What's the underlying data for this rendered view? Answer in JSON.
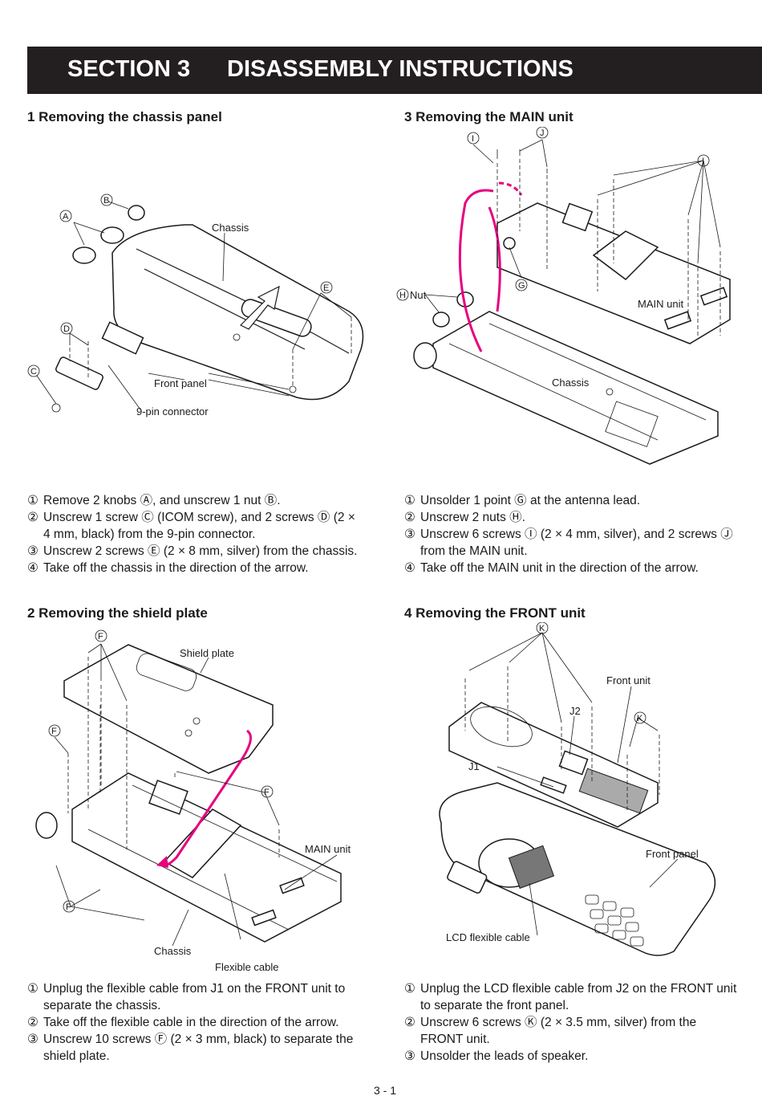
{
  "header": {
    "section": "SECTION 3",
    "title": "DISASSEMBLY INSTRUCTIONS"
  },
  "s1": {
    "heading": "1 Removing the chassis panel",
    "labels": {
      "chassis": "Chassis",
      "front_panel": "Front panel",
      "connector": "9-pin connector",
      "a": "A",
      "b": "B",
      "c": "C",
      "d": "D",
      "e": "E"
    },
    "steps": [
      {
        "n": "①",
        "text": "Remove 2 knobs Ⓐ, and unscrew 1 nut Ⓑ."
      },
      {
        "n": "②",
        "text": "Unscrew 1 screw Ⓒ (ICOM screw), and 2 screws Ⓓ (2 × 4 mm, black) from the 9-pin connector."
      },
      {
        "n": "③",
        "text": "Unscrew 2 screws Ⓔ (2 × 8 mm, silver) from the chassis."
      },
      {
        "n": "④",
        "text": "Take off the chassis in the direction of the arrow."
      }
    ]
  },
  "s3": {
    "heading": "3 Removing the MAIN unit",
    "labels": {
      "nut": "Nut",
      "main_unit": "MAIN unit",
      "chassis": "Chassis",
      "g": "G",
      "h": "H",
      "i": "I",
      "j": "J"
    },
    "steps": [
      {
        "n": "①",
        "text": "Unsolder 1 point Ⓖ at the antenna lead."
      },
      {
        "n": "②",
        "text": "Unscrew 2 nuts Ⓗ."
      },
      {
        "n": "③",
        "text": "Unscrew 6 screws Ⓘ (2 × 4 mm, silver), and 2 screws Ⓙ from the MAIN unit."
      },
      {
        "n": "④",
        "text": "Take off the MAIN unit in the direction of the arrow."
      }
    ]
  },
  "s2": {
    "heading": "2 Removing the shield plate",
    "labels": {
      "shield_plate": "Shield plate",
      "main_unit": "MAIN unit",
      "chassis": "Chassis",
      "flexible_cable": "Flexible cable",
      "f": "F"
    },
    "steps": [
      {
        "n": "①",
        "text": "Unplug the flexible cable from J1 on the FRONT unit to separate the chassis."
      },
      {
        "n": "②",
        "text": "Take off the flexible cable in the direction of the arrow."
      },
      {
        "n": "③",
        "text": "Unscrew 10 screws Ⓕ (2 × 3 mm, black) to separate the shield plate."
      }
    ]
  },
  "s4": {
    "heading": "4 Removing the FRONT unit",
    "labels": {
      "front_unit": "Front unit",
      "j2": "J2",
      "j1": "J1",
      "front_panel": "Front panel",
      "lcd_cable": "LCD flexible cable",
      "k": "K"
    },
    "steps": [
      {
        "n": "①",
        "text": "Unplug the LCD flexible cable from J2 on the FRONT unit to separate the front panel."
      },
      {
        "n": "②",
        "text": "Unscrew 6 screws Ⓚ (2 × 3.5 mm, silver) from the FRONT unit."
      },
      {
        "n": "③",
        "text": " Unsolder the leads of speaker."
      }
    ]
  },
  "footer": {
    "page": "3 - 1"
  },
  "colors": {
    "banner": "#231f20",
    "cable_highlight": "#e6007e"
  }
}
